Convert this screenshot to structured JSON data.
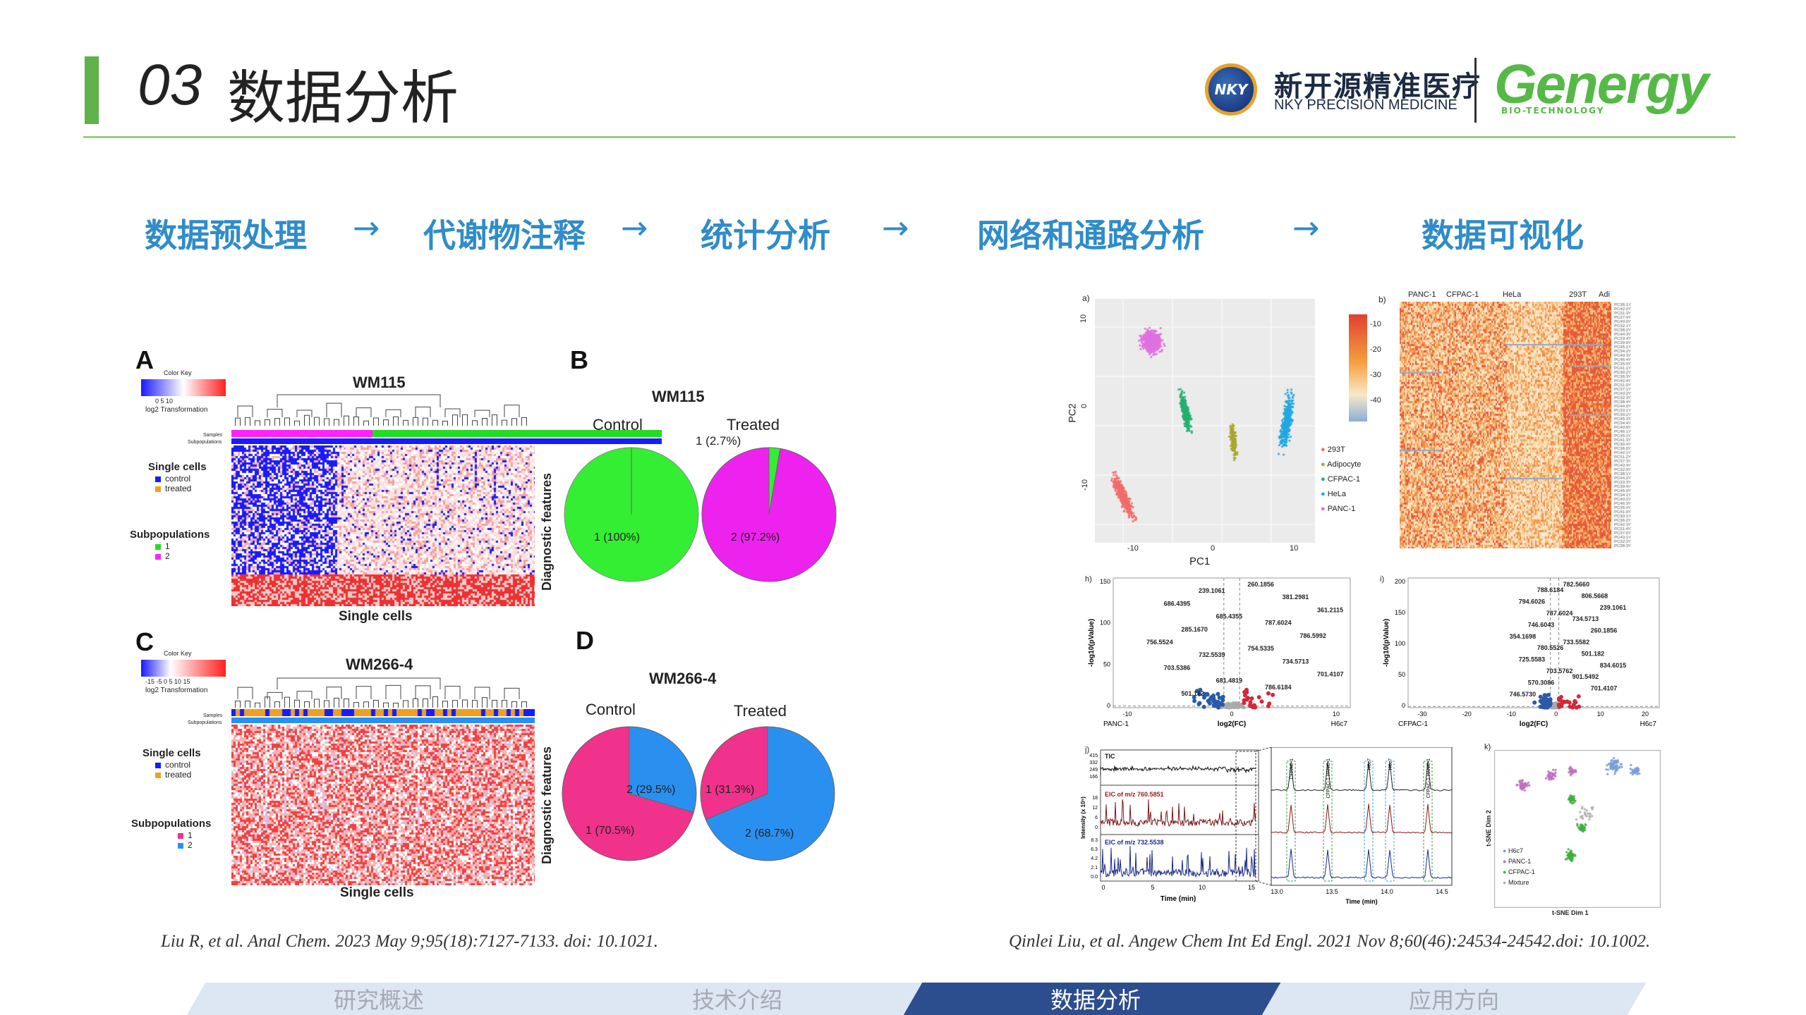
{
  "header": {
    "section_number": "03",
    "section_title": "数据分析",
    "nky_logo_text": "NKY",
    "nky_name_cn": "新开源精准医疗",
    "nky_name_en": "NKY PRECISION MEDICINE",
    "genergy_name": "Genergy",
    "genergy_sub": "BIO-TECHNOLOGY"
  },
  "pipeline": {
    "steps": [
      "数据预处理",
      "代谢物注释",
      "统计分析",
      "网络和通路分析",
      "数据可视化"
    ],
    "arrow": "→"
  },
  "left_figure": {
    "panel_a": {
      "letter": "A",
      "title": "WM115",
      "color_key": "Color Key",
      "transform": "log2 Transformation",
      "key_ticks": "0   5   10",
      "samples": "Samples",
      "subpops": "Subpopulations",
      "legend_single": "Single cells",
      "legend_control": "control",
      "legend_treated": "treated",
      "legend_subpop": "Subpopulations",
      "legend_1": "1",
      "legend_2": "2",
      "y_label": "Diagnostic features",
      "x_label": "Single cells"
    },
    "panel_b": {
      "letter": "B",
      "title": "WM115",
      "control_label": "Control",
      "treated_label": "Treated",
      "control_slice": "1 (100%)",
      "treated_small": "1 (2.7%)",
      "treated_large": "2 (97.2%)"
    },
    "panel_c": {
      "letter": "C",
      "title": "WM266-4",
      "color_key": "Color Key",
      "transform": "log2 Transformation",
      "key_ticks": "-15 -5  0  5  10 15",
      "samples": "Samples",
      "subpops": "Subpopulations",
      "legend_single": "Single cells",
      "legend_control": "control",
      "legend_treated": "treated",
      "legend_subpop": "Subpopulations",
      "legend_1": "1",
      "legend_2": "2",
      "y_label": "Diagnostic features",
      "x_label": "Single cells"
    },
    "panel_d": {
      "letter": "D",
      "title": "WM266-4",
      "control_label": "Control",
      "treated_label": "Treated",
      "control_small": "2 (29.5%)",
      "control_large": "1 (70.5%)",
      "treated_small": "1 (31.3%)",
      "treated_large": "2 (68.7%)"
    }
  },
  "right_figure": {
    "pca": {
      "tag": "a)",
      "x_label": "PC1",
      "y_label": "PC2",
      "x_ticks": [
        "-10",
        "0",
        "10"
      ],
      "y_ticks": [
        "10",
        "0",
        "-10"
      ],
      "legend": [
        "293T",
        "Adipocyte",
        "CFPAC-1",
        "HeLa",
        "PANC-1"
      ]
    },
    "heatmap": {
      "tag": "b)",
      "columns": [
        "PANC-1",
        "CFPAC-1",
        "HeLa",
        "293T",
        "Adi"
      ],
      "scale": [
        "-10",
        "-20",
        "-30",
        "-40"
      ]
    },
    "volcano_h": {
      "tag": "h)",
      "y_label": "-log10(pValue)",
      "x_label": "log2(FC)",
      "left_group": "PANC-1",
      "right_group": "H6c7",
      "y_ticks": [
        "150",
        "100",
        "50",
        "0"
      ],
      "x_ticks": [
        "-10",
        "0",
        "10"
      ],
      "labels": [
        "260.1856",
        "239.1061",
        "381.2981",
        "686.4395",
        "361.2115",
        "685.4355",
        "787.6024",
        "285.1670",
        "786.5992",
        "756.5524",
        "754.5335",
        "732.5539",
        "734.5713",
        "703.5386",
        "701.4107",
        "681.4819",
        "786.6184",
        "501.182"
      ]
    },
    "volcano_i": {
      "tag": "i)",
      "y_label": "-log10(pValue)",
      "x_label": "log2(FC)",
      "left_group": "CFPAC-1",
      "right_group": "H6c7",
      "y_ticks": [
        "200",
        "150",
        "100",
        "50",
        "0"
      ],
      "x_ticks": [
        "-30",
        "-20",
        "-10",
        "0",
        "10",
        "20"
      ],
      "labels": [
        "782.5660",
        "788.6184",
        "806.5668",
        "794.6026",
        "239.1061",
        "787.6024",
        "734.5713",
        "746.6043",
        "260.1856",
        "354.1698",
        "733.5582",
        "780.5526",
        "501.182",
        "725.5583",
        "834.6015",
        "703.5762",
        "901.5492",
        "570.3086",
        "701.4107",
        "746.5730"
      ]
    },
    "chromatogram": {
      "tag": "j)",
      "y_label": "Intensity (x 10⁵)",
      "x_label": "Time (min)",
      "tic": "TIC",
      "eic1": "EIC of m/z 760.5851",
      "eic2": "EIC of m/z 732.5538",
      "tic_ticks": [
        "415",
        "332",
        "249",
        "166"
      ],
      "eic1_ticks": [
        "18",
        "12",
        "6",
        "0"
      ],
      "eic2_ticks": [
        "8.3",
        "6.3",
        "4.2",
        "2.1",
        "0.0"
      ],
      "x_ticks": [
        "0",
        "5",
        "10",
        "15"
      ],
      "zoom_ticks": [
        "13.0",
        "13.5",
        "14.0",
        "14.5"
      ],
      "zoom_labels": [
        "CFPAC-1",
        "CFPAC-1 PANC-1",
        "H6c7",
        "H6c7",
        "CFPAC-1 PANC-1"
      ]
    },
    "tsne": {
      "tag": "k)",
      "x_label": "t-SNE Dim 1",
      "y_label": "t-SNE Dim 2",
      "legend": [
        "H6c7",
        "PANC-1",
        "CFPAC-1",
        "Mixture"
      ]
    }
  },
  "citations": {
    "left": "Liu R, et al. Anal Chem. 2023 May 9;95(18):7127-7133. doi: 10.1021.",
    "right": "Qinlei Liu, et al. Angew Chem Int Ed Engl. 2021 Nov 8;60(46):24534-24542.doi: 10.1002."
  },
  "nav": {
    "tabs": [
      "研究概述",
      "技术介绍",
      "数据分析",
      "应用方向"
    ],
    "active_index": 2,
    "colors": {
      "inactive": "#dde6f3",
      "active": "#2c4e8f",
      "inactive_text": "#a6aab4",
      "active_text": "#ffffff"
    }
  },
  "colors": {
    "accent_green": "#5fb14a",
    "pipeline_blue": "#2f8cc8",
    "genergy_green": "#56b947",
    "pie_green": "#33ee33",
    "pie_magenta": "#ee22ee",
    "pie_pink": "#f0328c",
    "pie_blue": "#2a90f0"
  }
}
